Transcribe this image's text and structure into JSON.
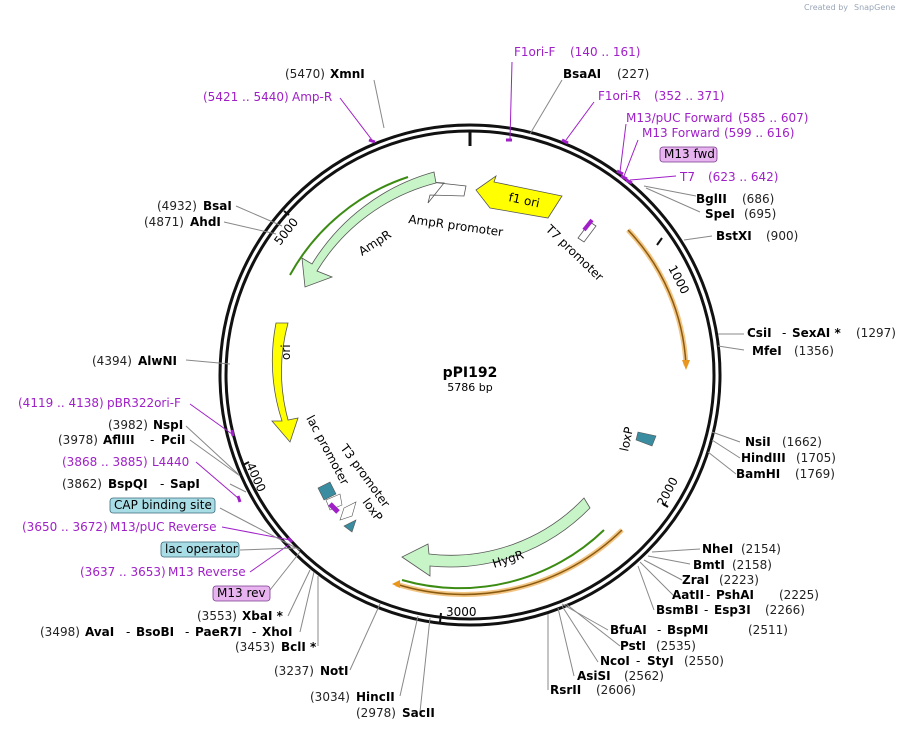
{
  "credit": {
    "text": "Created by",
    "brand": "SnapGene"
  },
  "plasmid": {
    "name": "pPI192",
    "size": "5786 bp"
  },
  "ticks": [
    "1000",
    "2000",
    "3000",
    "4000",
    "5000"
  ],
  "features": {
    "f1ori": "f1 ori",
    "ampr_promoter": "AmpR promoter",
    "ampr": "AmpR",
    "t7_promoter": "T7 promoter",
    "ori": "ori",
    "lac_promoter": "lac promoter",
    "t3_promoter": "T3 promoter",
    "loxp_inner": "loxP",
    "loxp_right": "loxP",
    "hygr": "HygR"
  },
  "boxed": {
    "m13fwd": "M13 fwd",
    "cap": "CAP binding site",
    "lacop": "lac operator",
    "m13rev": "M13 rev"
  },
  "primers": {
    "f1ori_f": {
      "name": "F1ori-F",
      "range": "(140 .. 161)"
    },
    "f1ori_r": {
      "name": "F1ori-R",
      "range": "(352 .. 371)"
    },
    "m13puc_fwd": {
      "name": "M13/pUC Forward",
      "range": "(585 .. 607)"
    },
    "m13_fwd": {
      "name": "M13 Forward",
      "range": "(599 .. 616)"
    },
    "t7": {
      "name": "T7",
      "range": "(623 .. 642)"
    },
    "ampr": {
      "name": "Amp-R",
      "range": "(5421 .. 5440)"
    },
    "pbr322": {
      "name": "pBR322ori-F",
      "range": "(4119 .. 4138)"
    },
    "l4440": {
      "name": "L4440",
      "range": "(3868 .. 3885)"
    },
    "m13puc_rev": {
      "name": "M13/pUC Reverse",
      "range": "(3650 .. 3672)"
    },
    "m13_rev": {
      "name": "M13 Reverse",
      "range": "(3637 .. 3653)"
    }
  },
  "sites": {
    "xmni": {
      "name": "XmnI",
      "pos": "(5470)"
    },
    "bsaai": {
      "name": "BsaAI",
      "pos": "(227)"
    },
    "bglii": {
      "name": "BglII",
      "pos": "(686)"
    },
    "spei": {
      "name": "SpeI",
      "pos": "(695)"
    },
    "bstxi": {
      "name": "BstXI",
      "pos": "(900)"
    },
    "csii": {
      "name": "CsiI",
      "sep": "-",
      "name2": "SexAI *",
      "pos": "(1297)"
    },
    "mfei": {
      "name": "MfeI",
      "pos": "(1356)"
    },
    "nsii": {
      "name": "NsiI",
      "pos": "(1662)"
    },
    "hindiii": {
      "name": "HindIII",
      "pos": "(1705)"
    },
    "bamhi": {
      "name": "BamHI",
      "pos": "(1769)"
    },
    "nhei": {
      "name": "NheI",
      "pos": "(2154)"
    },
    "bmti": {
      "name": "BmtI",
      "pos": "(2158)"
    },
    "zrai": {
      "name": "ZraI",
      "pos": "(2223)"
    },
    "aatii": {
      "name": "AatII",
      "sep": "-",
      "name2": "PshAI",
      "pos": "(2225)"
    },
    "bsmbi": {
      "name": "BsmBI",
      "sep": "-",
      "name2": "Esp3I",
      "pos": "(2266)"
    },
    "bfuai": {
      "name": "BfuAI",
      "sep": "-",
      "name2": "BspMI",
      "pos": "(2511)"
    },
    "psti": {
      "name": "PstI",
      "pos": "(2535)"
    },
    "ncoi": {
      "name": "NcoI",
      "sep": "-",
      "name2": "StyI",
      "pos": "(2550)"
    },
    "asisi": {
      "name": "AsiSI",
      "pos": "(2562)"
    },
    "rsrii": {
      "name": "RsrII",
      "pos": "(2606)"
    },
    "bsai": {
      "name": "BsaI",
      "pos": "(4932)"
    },
    "ahdi": {
      "name": "AhdI",
      "pos": "(4871)"
    },
    "alwni": {
      "name": "AlwNI",
      "pos": "(4394)"
    },
    "nspi": {
      "name": "NspI",
      "pos": "(3982)"
    },
    "aflIII": {
      "name": "AflIII",
      "sep": "-",
      "name2": "PciI",
      "pos": "(3978)"
    },
    "bspqi": {
      "name": "BspQI",
      "sep": "-",
      "name2": "SapI",
      "pos": "(3862)"
    },
    "xbai": {
      "name": "XbaI *",
      "pos": "(3553)"
    },
    "avai": {
      "name": "AvaI",
      "sep": "-",
      "name2": "BsoBI",
      "sep2": "-",
      "name3": "PaeR7I",
      "sep3": "-",
      "name4": "XhoI",
      "pos": "(3498)"
    },
    "bcli": {
      "name": "BclI *",
      "pos": "(3453)"
    },
    "noti": {
      "name": "NotI",
      "pos": "(3237)"
    },
    "hincii": {
      "name": "HincII",
      "pos": "(3034)"
    },
    "sacii": {
      "name": "SacII",
      "pos": "(2978)"
    }
  },
  "colors": {
    "backbone": "#111111",
    "primer": "#a020c8",
    "f1ori": "#ffff00",
    "ori": "#ffff00",
    "resistance": "#c8f5c8",
    "orf_orange": "#e8961e",
    "orf_green": "#3c8c14",
    "loxp": "#3a8ca0",
    "boxed_blue": "#a9dde6",
    "boxed_purple": "#e8b4f0"
  }
}
